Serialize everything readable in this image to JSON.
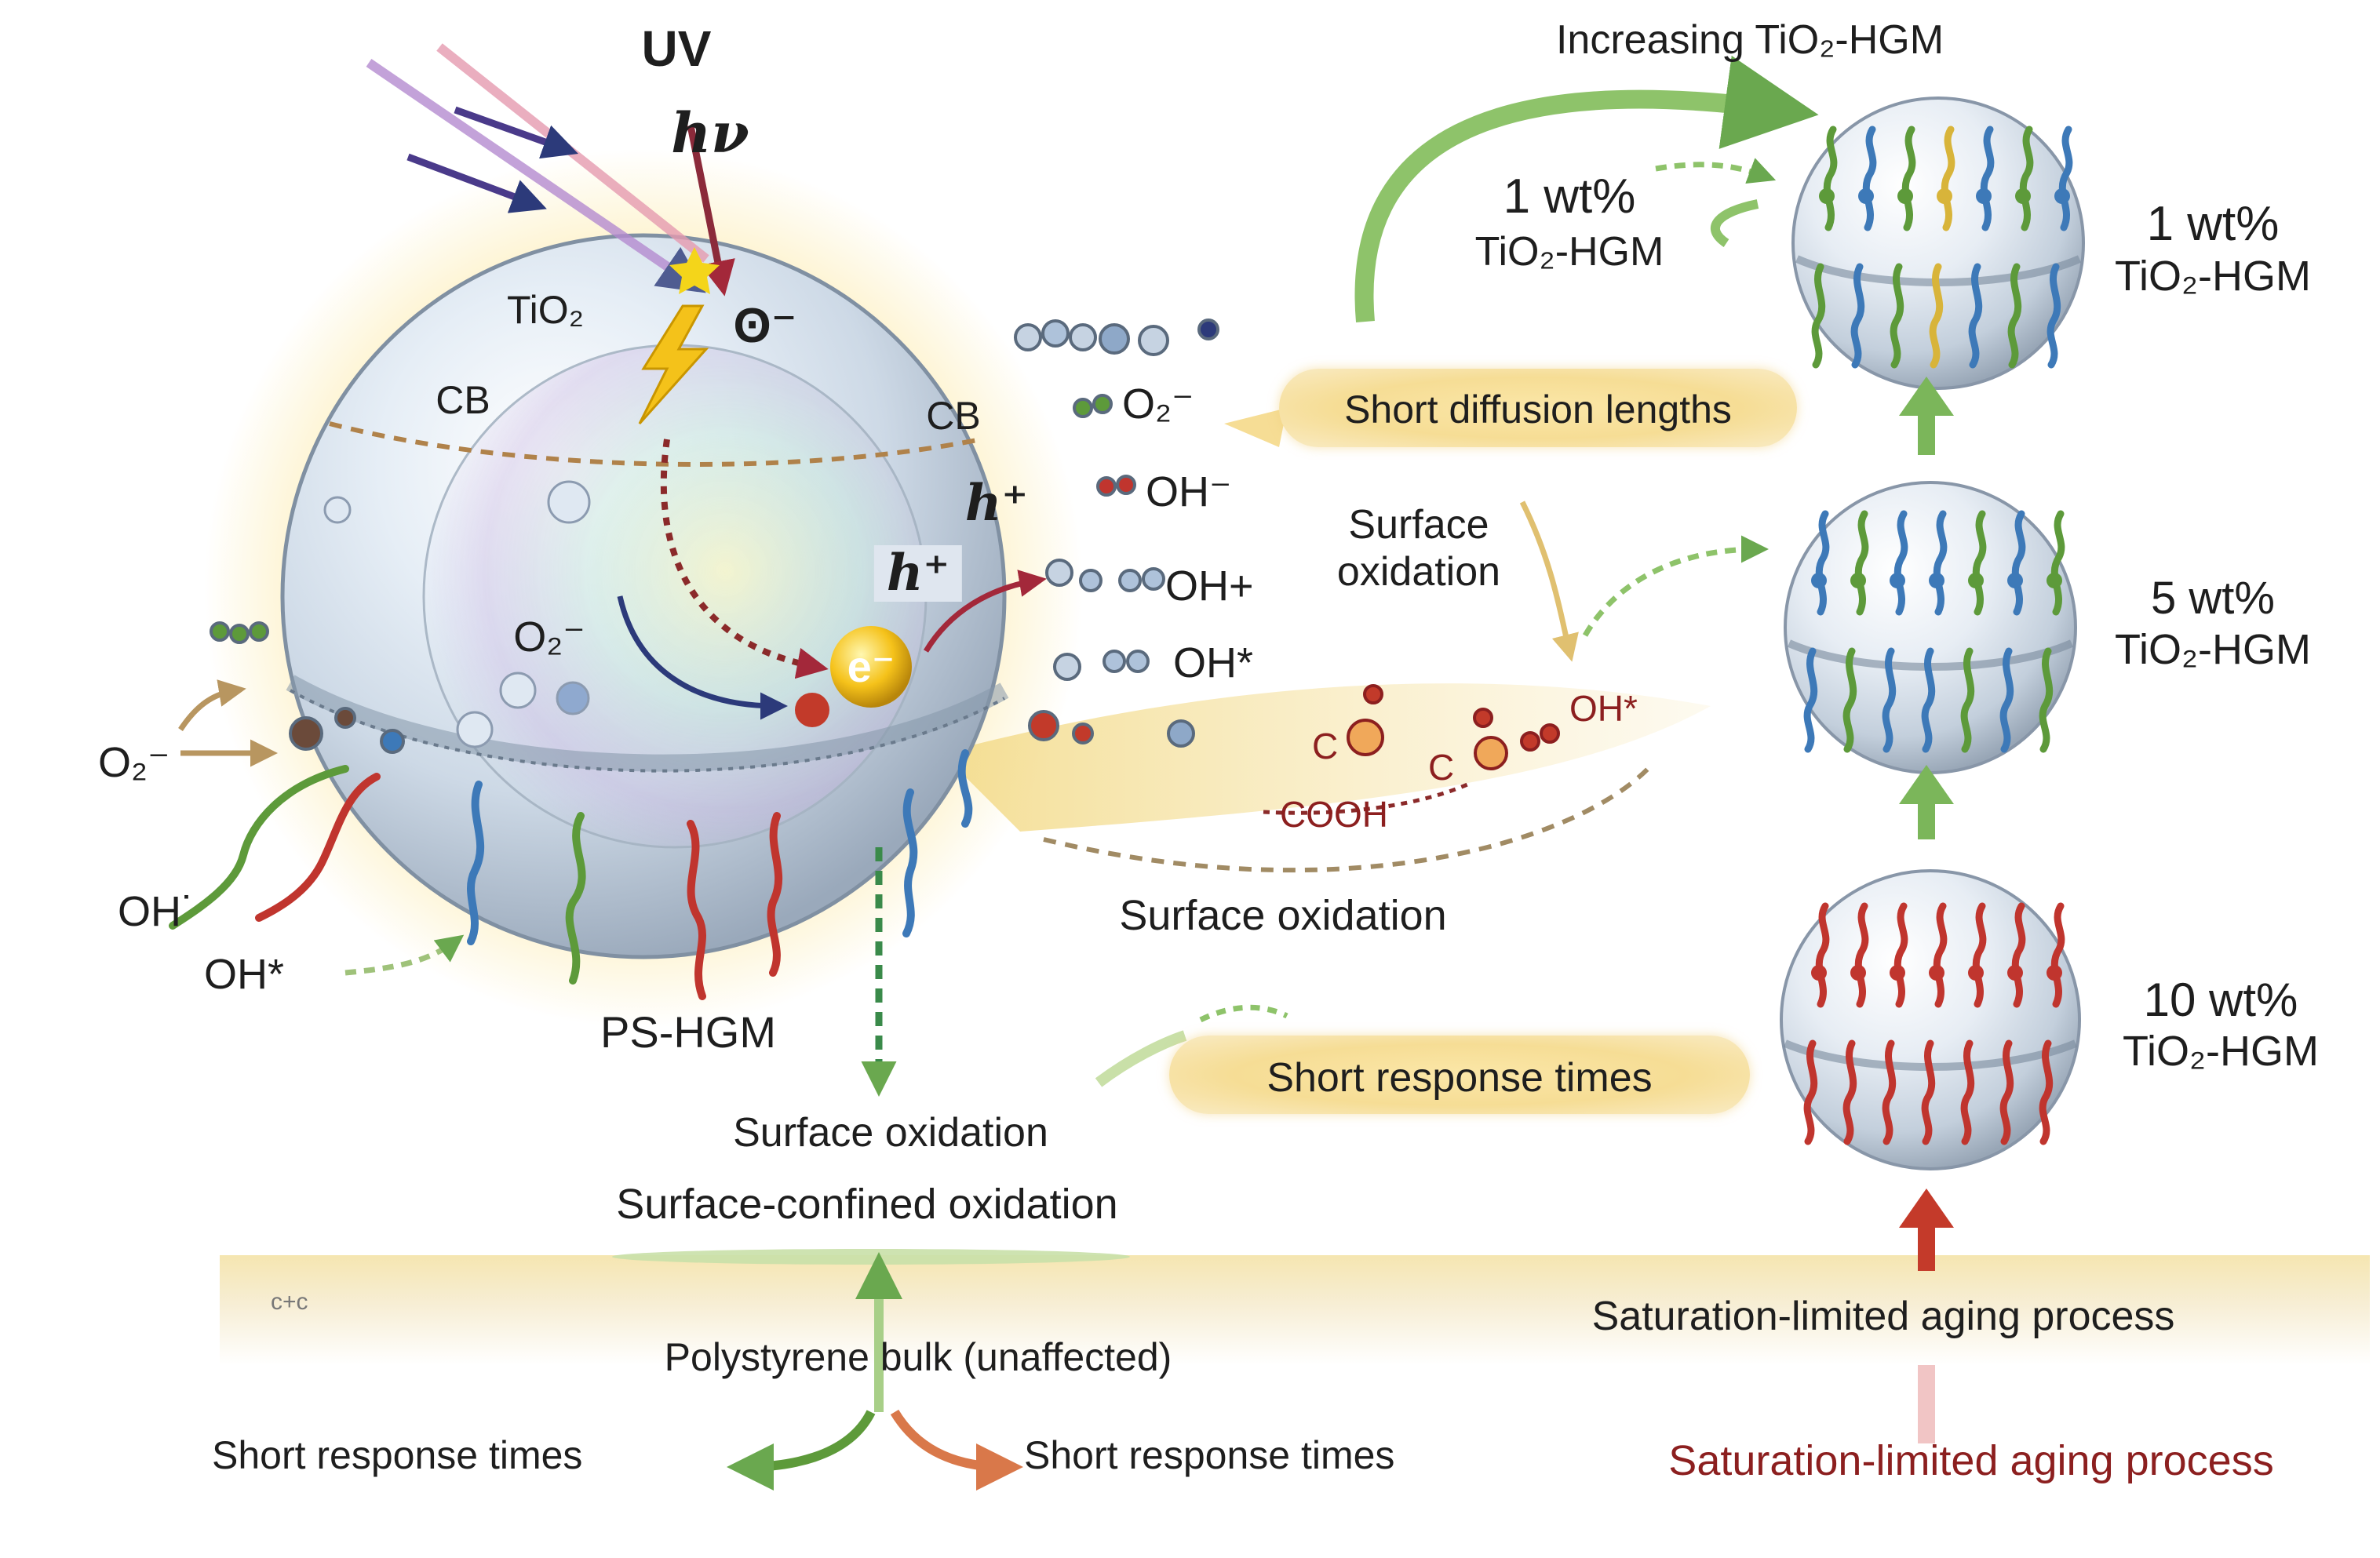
{
  "uv": {
    "label": "UV",
    "hv": "hν"
  },
  "left": {
    "tio2": "TiO₂",
    "cb_left": "CB",
    "cb_right": "CB",
    "electron_top": "ʘ⁻",
    "hole_upper": "h⁺",
    "hole_lower": "h⁺",
    "o2_inner": "O₂⁻",
    "electron_center": "e⁻",
    "o2_right": "O₂⁻",
    "oh_minus": "OH⁻",
    "oh_plus": "OH+",
    "oh_star_right": "OH*",
    "o2_left": "O₂⁻",
    "oh_dot_left": "OH˙",
    "oh_star_left": "OH*",
    "ps_hgm": "PS-HGM"
  },
  "middle": {
    "short_diffusion": "Short diffusion lengths",
    "surface_oxidation_upper_1": "Surface",
    "surface_oxidation_upper_2": "oxidation",
    "oh_star_mid": "OH*",
    "cooh": "COOH",
    "c1": "C",
    "c2": "C",
    "surface_oxidation_mid": "Surface oxidation",
    "surface_oxidation_lower": "Surface oxidation",
    "surface_confined": "Surface-confined oxidation",
    "short_response_mid": "Short response times"
  },
  "bottom": {
    "c_plus": "c+c",
    "polystyrene_bulk": "Polystyrene bulk (unaffected)",
    "short_response_left": "Short response times",
    "short_response_right": "Short response times",
    "saturation_black": "Saturation-limited aging process",
    "saturation_red": "Saturation-limited aging process"
  },
  "right": {
    "increasing": "Increasing TiO₂-HGM",
    "inner_wt": "1 wt%",
    "inner_tio2": "TiO₂-HGM",
    "spheres": [
      {
        "wt": "1 wt%",
        "name": "TiO₂-HGM"
      },
      {
        "wt": "5 wt%",
        "name": "TiO₂-HGM"
      },
      {
        "wt": "10 wt%",
        "name": "TiO₂-HGM"
      }
    ]
  },
  "colors": {
    "green_arrow": "#6aa84f",
    "red_arrow": "#b22a2a",
    "navy_arrow": "#2c3a7a",
    "pill": "#f6dd95",
    "strand_green": "#5d9a3a",
    "strand_blue": "#3d79b8",
    "strand_red": "#c0352e",
    "saturation_red": "#8c1f1f"
  }
}
